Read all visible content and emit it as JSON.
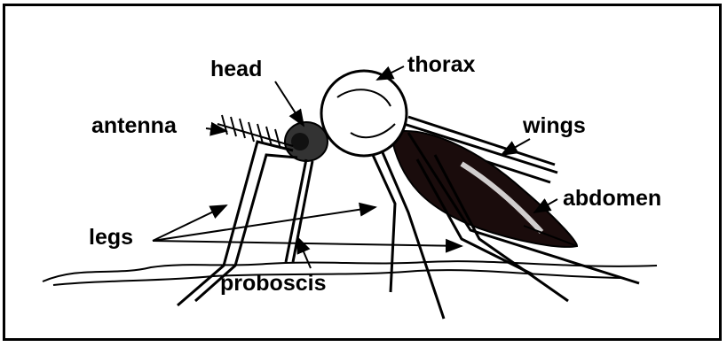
{
  "diagram": {
    "labels": {
      "head": "head",
      "thorax": "thorax",
      "antenna": "antenna",
      "wings": "wings",
      "abdomen": "abdomen",
      "legs": "legs",
      "proboscis": "proboscis"
    }
  },
  "colors": {
    "ink": "#000000",
    "background": "#ffffff"
  }
}
